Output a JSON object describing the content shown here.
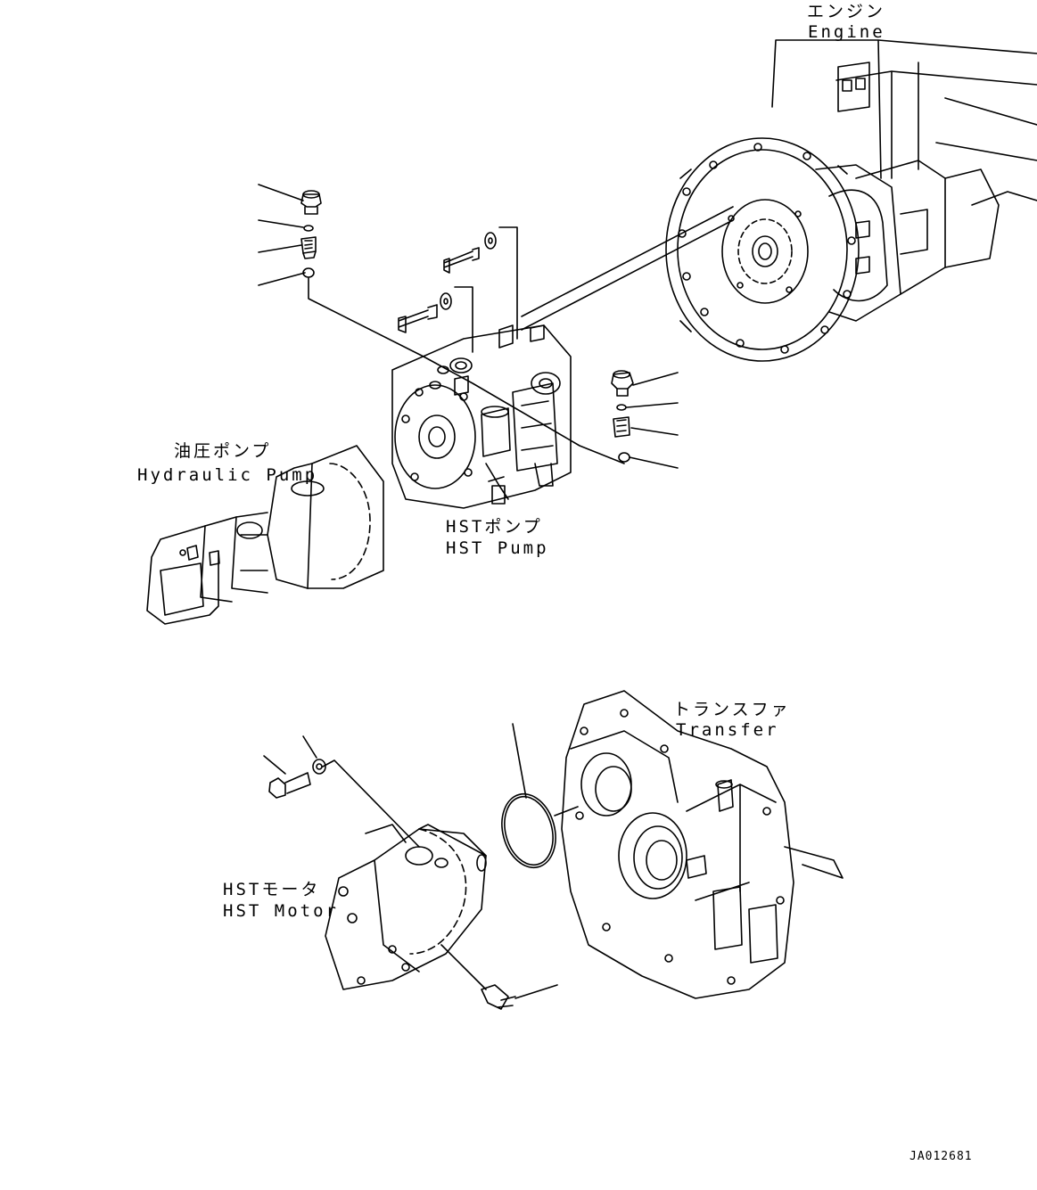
{
  "labels": {
    "engine_ja": "エンジン",
    "engine_en": "Engine",
    "hydraulic_pump_ja": "油圧ポンプ",
    "hydraulic_pump_en": "Hydraulic Pump",
    "hst_pump_ja": "HSTポンプ",
    "hst_pump_en": "HST Pump",
    "transfer_ja": "トランスファ",
    "transfer_en": "Transfer",
    "hst_motor_ja": "HSTモータ",
    "hst_motor_en": "HST Motor"
  },
  "drawing_code": "JA012681",
  "colors": {
    "line": "#000000",
    "background": "#ffffff"
  }
}
